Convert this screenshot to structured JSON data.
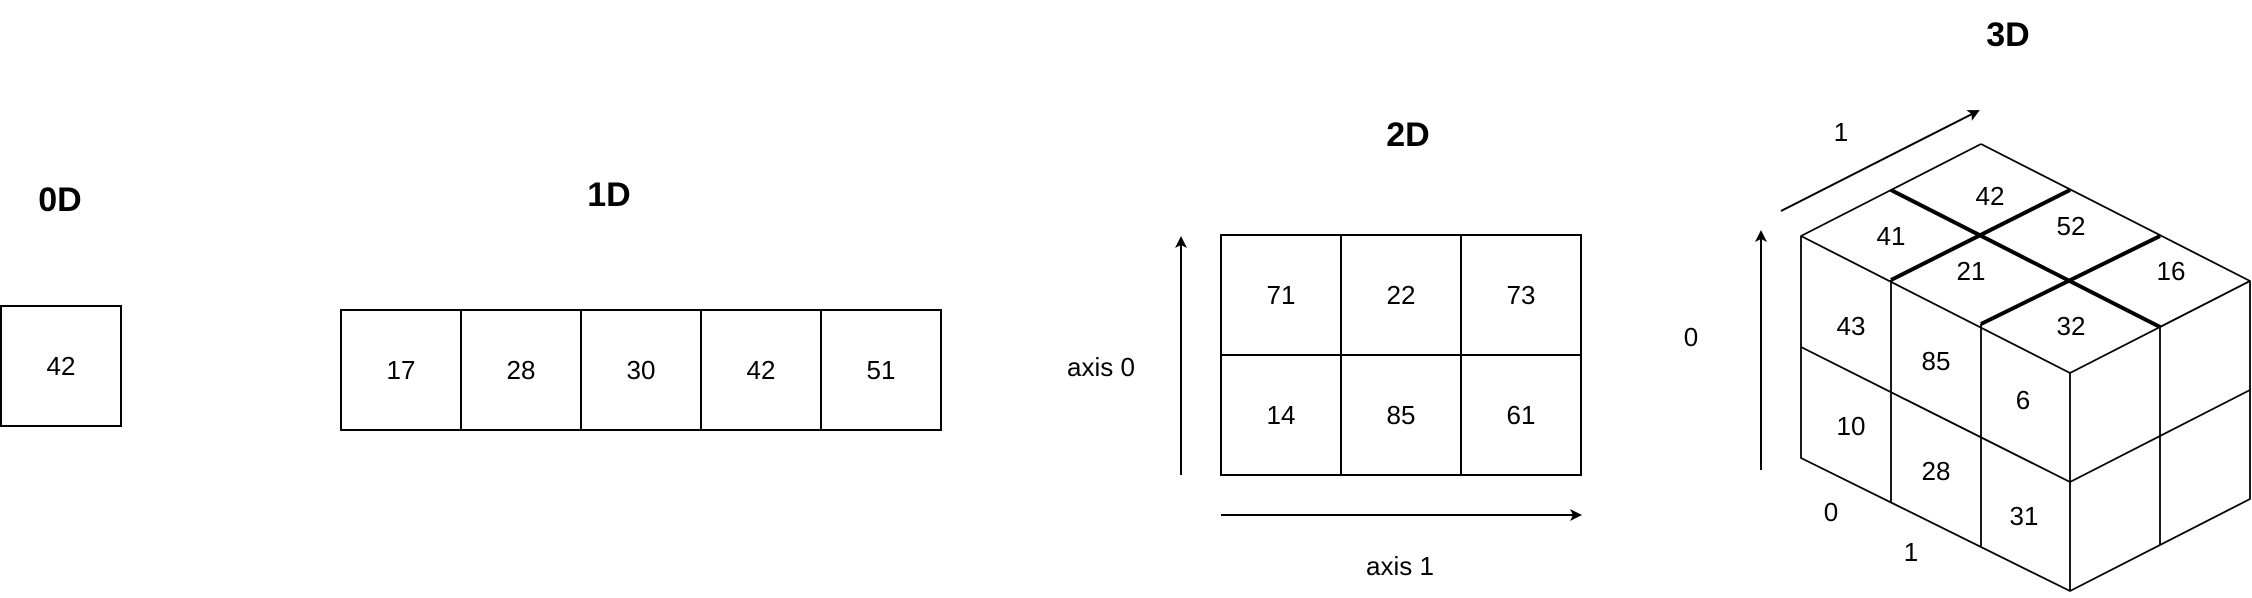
{
  "scalar": {
    "title": "0D",
    "value": "42"
  },
  "vector": {
    "title": "1D",
    "values": [
      "17",
      "28",
      "30",
      "42",
      "51"
    ]
  },
  "matrix": {
    "title": "2D",
    "rows": [
      [
        "71",
        "22",
        "73"
      ],
      [
        "14",
        "85",
        "61"
      ]
    ],
    "axis0_label": "axis 0",
    "axis1_label": "axis 1"
  },
  "tensor": {
    "title": "3D",
    "top_values": [
      "42",
      "41",
      "52",
      "21",
      "16",
      "32"
    ],
    "left_values": [
      "43",
      "85",
      "10",
      "28"
    ],
    "front_values": [
      "6",
      "31"
    ],
    "axis0_label": "0",
    "axis1_label": "1",
    "depth_label_0": "0",
    "depth_label_1": "1"
  }
}
